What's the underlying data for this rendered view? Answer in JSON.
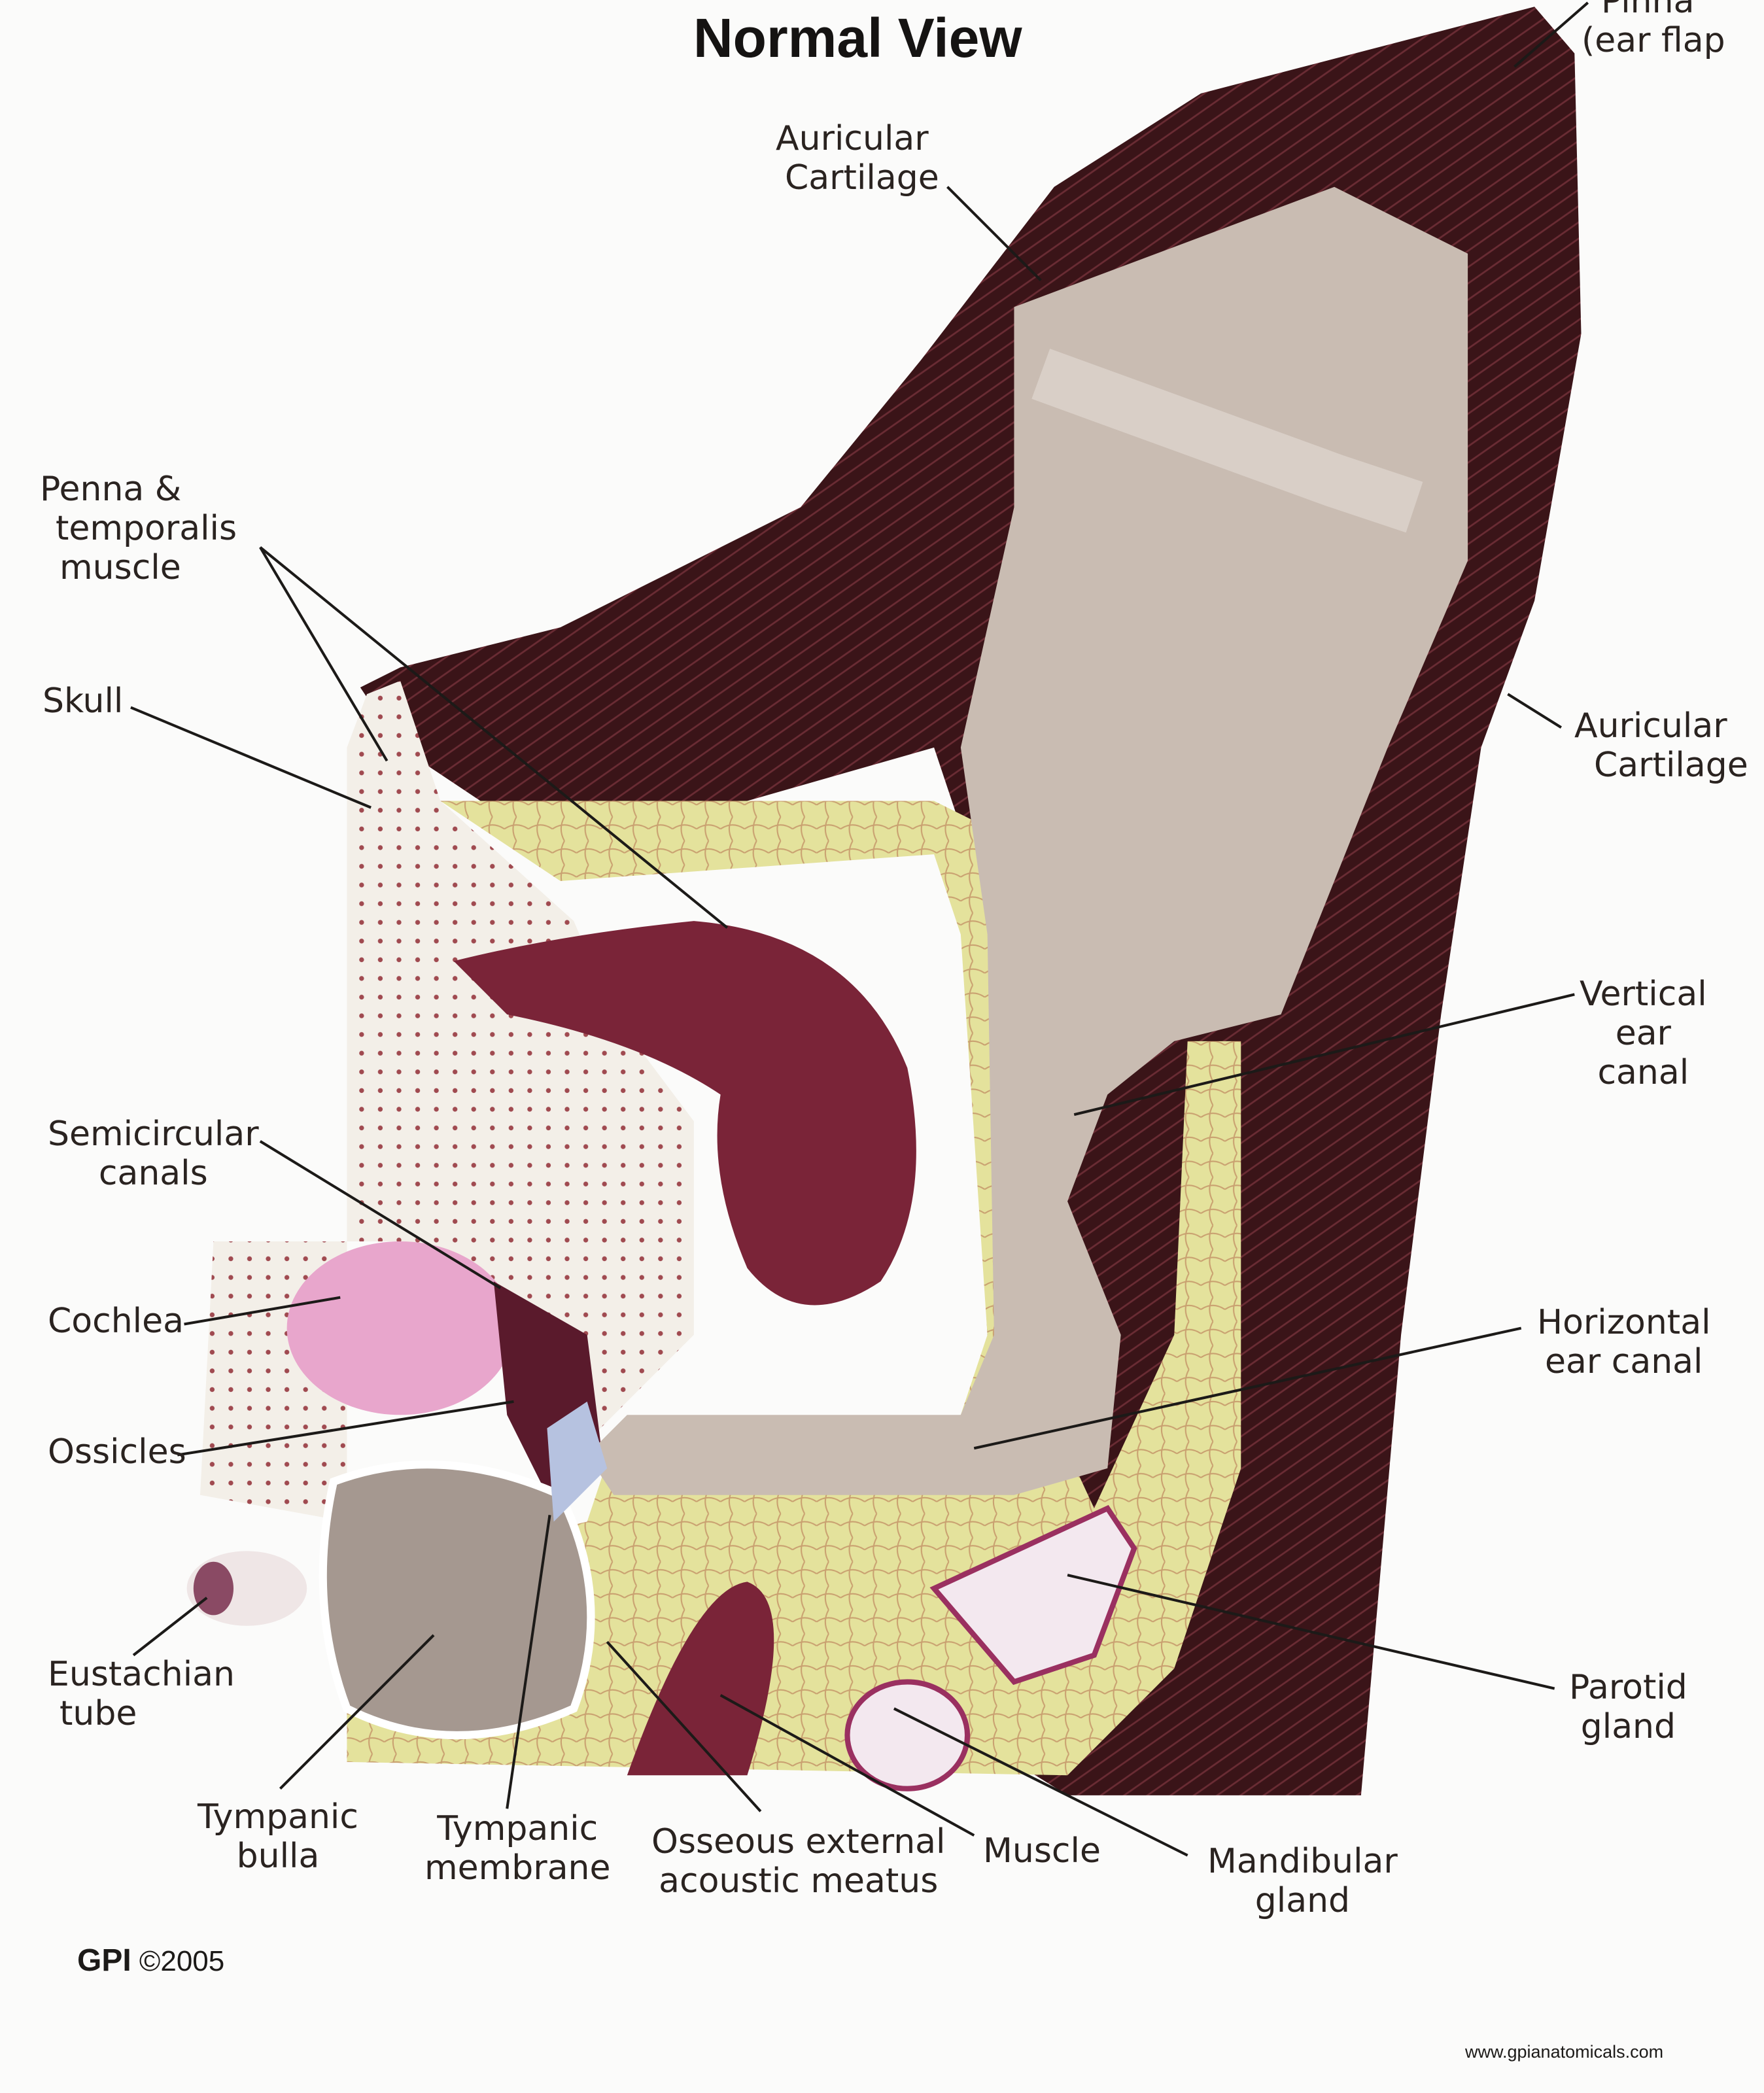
{
  "title": "Normal View",
  "labels": {
    "pinna": [
      "Pinna",
      "(ear flap"
    ],
    "auricular_cartilage_top": [
      "Auricular",
      "Cartilage"
    ],
    "penna_temporalis": [
      "Penna &",
      "temporalis",
      "muscle"
    ],
    "skull": [
      "Skull"
    ],
    "auricular_cartilage_right": [
      "Auricular",
      "Cartilage"
    ],
    "vertical_ear_canal": [
      "Vertical",
      "ear",
      "canal"
    ],
    "semicircular_canals": [
      "Semicircular",
      "canals"
    ],
    "cochlea": [
      "Cochlea"
    ],
    "horizontal_ear_canal": [
      "Horizontal",
      "ear canal"
    ],
    "ossicles": [
      "Ossicles"
    ],
    "eustachian_tube": [
      "Eustachian",
      "tube"
    ],
    "parotid_gland": [
      "Parotid",
      "gland"
    ],
    "tympanic_bulla": [
      "Tympanic",
      "bulla"
    ],
    "tympanic_membrane": [
      "Tympanic",
      "membrane"
    ],
    "osseous_meatus": [
      "Osseous external",
      "acoustic meatus"
    ],
    "muscle": [
      "Muscle"
    ],
    "mandibular_gland": [
      "Mandibular",
      "gland"
    ]
  },
  "footer": {
    "brand": "GPI",
    "copyright": "©2005",
    "url": "www.gpianatomicals.com"
  },
  "colors": {
    "pinna_skin": "#3a1418",
    "canal": "#c9bcb2",
    "bone": "#e4e29c",
    "muscle": "#7a2438",
    "cochlea": "#e8a6cc"
  }
}
